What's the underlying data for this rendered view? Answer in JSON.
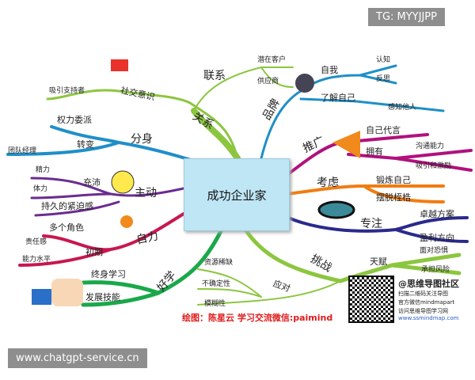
{
  "watermark_top": "TG: MYYJJPP",
  "watermark_bottom": "www.chatgpt-service.cn",
  "center": "成功企业家",
  "nodes": {
    "lianxi": "联系",
    "qianzai": "潜在客户",
    "gongying": "供应商",
    "shejiao": "社交意识",
    "xiyin": "吸引支持者",
    "guanxi": "关系",
    "quanli": "权力委派",
    "zhuanbian": "转变",
    "tuandui": "团队经理",
    "fenshen": "分身",
    "jingli": "精力",
    "tili": "体力",
    "chongpei": "充沛",
    "zhudong": "主动",
    "chijiu": "持久的紧迫感",
    "duoge": "多个角色",
    "zeren": "责任感",
    "chuqi": "初期",
    "nengli": "能力水平",
    "zili": "自力",
    "zhongshen": "终身学习",
    "fazhan": "发展技能",
    "haoxue": "好学",
    "ziyuan": "资源稀缺",
    "buque": "不确定性",
    "mohu": "模糊性",
    "yingdui": "应对",
    "tiaozhan": "挑战",
    "tianfu": "天赋",
    "mianDui": "面对恐惧",
    "chengdan": "承担风险",
    "pinpai": "品牌",
    "ziwo": "自我",
    "renzhi": "认知",
    "fansi": "反思",
    "liaojie": "了解自己",
    "ganzhi": "感知他人",
    "tuiguang": "推广",
    "daiyan": "自己代言",
    "yongyou": "拥有",
    "goutong": "沟通能力",
    "jili": "吸引和激励",
    "kaolv": "考虑",
    "duanlian": "锻炼自己",
    "baituo": "摆脱桎梏",
    "zhuoyue": "卓越方案",
    "zhuanzhu": "专注",
    "yingli": "盈利方向"
  },
  "credit": "绘图：陈星云  学习交流微信:paimind",
  "promo": {
    "title": "@思维导图社区",
    "l1": "扫描二维码关注导图",
    "l2": "官方微信mindmapart",
    "l3": "访问思维导图学习网",
    "l4": "www.ssmindmap.com"
  },
  "colors": {
    "guanxi": "#8cc63f",
    "fenshen": "#1f8fc8",
    "zhudong": "#6a2c91",
    "zili": "#c8174f",
    "haoxue": "#1aa84a",
    "tiaozhan": "#8cc63f",
    "pinpai": "#1f8fc8",
    "tuiguang": "#b0117d",
    "kaolv": "#f07d12",
    "zhuanzhu": "#2a2a8c"
  }
}
